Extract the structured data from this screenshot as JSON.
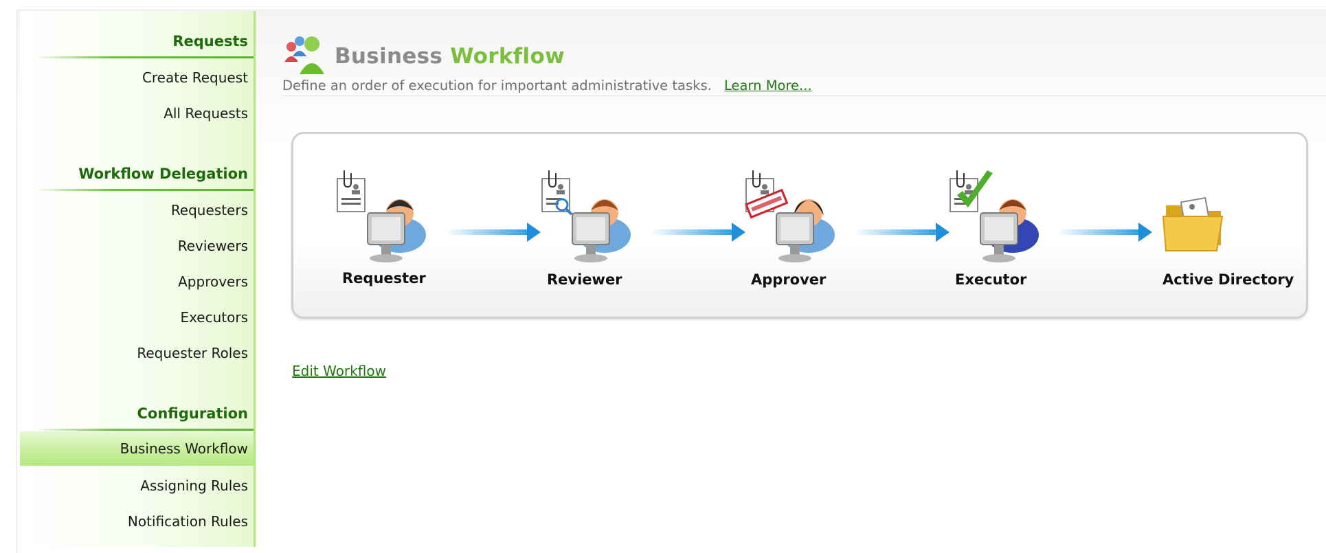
{
  "sidebar": {
    "sections": [
      {
        "title": "Requests",
        "items": [
          "Create Request",
          "All Requests"
        ]
      },
      {
        "title": "Workflow Delegation",
        "items": [
          "Requesters",
          "Reviewers",
          "Approvers",
          "Executors",
          "Requester Roles"
        ]
      },
      {
        "title": "Configuration",
        "items": [
          "Business Workflow",
          "Assigning Rules",
          "Notification Rules"
        ]
      }
    ],
    "active_item": "Business Workflow"
  },
  "header": {
    "title_part1": "Business",
    "title_part2": "Workflow",
    "subtitle": "Define an order of execution for important administrative tasks.",
    "learn_more": "Learn More..."
  },
  "workflow": {
    "steps": [
      {
        "label": "Requester",
        "icon": "requester-icon"
      },
      {
        "label": "Reviewer",
        "icon": "reviewer-icon"
      },
      {
        "label": "Approver",
        "icon": "approver-icon"
      },
      {
        "label": "Executor",
        "icon": "executor-icon"
      },
      {
        "label": "Active Directory",
        "icon": "folder-icon"
      }
    ]
  },
  "actions": {
    "edit_workflow": "Edit Workflow"
  },
  "colors": {
    "accent_green": "#7bbf3c",
    "dark_green": "#1e6a0d",
    "arrow_blue": "#2a9be0"
  }
}
